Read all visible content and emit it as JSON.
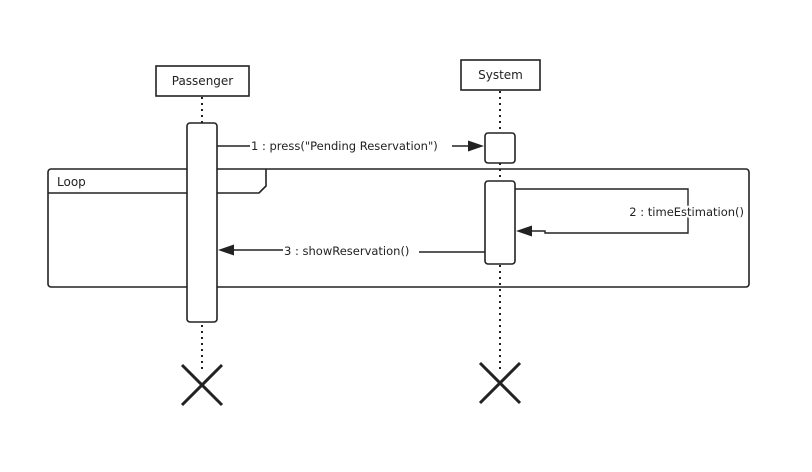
{
  "diagram": {
    "participants": [
      {
        "name": "Passenger"
      },
      {
        "name": "System"
      }
    ],
    "fragment": {
      "operator": "Loop"
    },
    "messages": [
      {
        "label": "1 : press(\"Pending Reservation\")",
        "from": "Passenger",
        "to": "System"
      },
      {
        "label": "2 : timeEstimation()",
        "from": "System",
        "to": "System"
      },
      {
        "label": "3 : showReservation()",
        "from": "System",
        "to": "Passenger"
      }
    ]
  },
  "colors": {
    "stroke": "#222222",
    "background": "#ffffff"
  }
}
